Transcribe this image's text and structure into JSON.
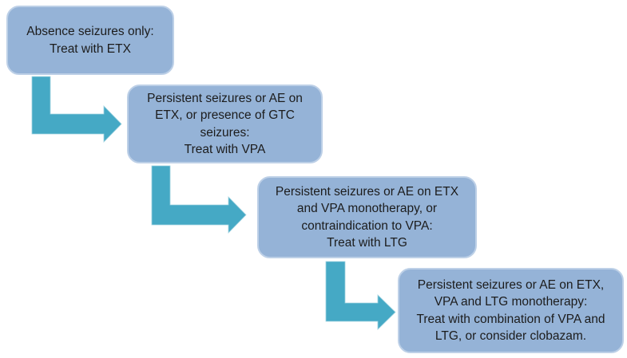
{
  "flowchart": {
    "description": "Stepped treatment algorithm flowchart with four boxes connected by elbow arrows",
    "steps": [
      {
        "id": 1,
        "text": "Absence seizures only:\nTreat with ETX"
      },
      {
        "id": 2,
        "text": "Persistent seizures or AE on\nETX, or presence of GTC\nseizures:\nTreat with VPA"
      },
      {
        "id": 3,
        "text": "Persistent seizures or AE on ETX\nand VPA monotherapy, or\ncontraindication to VPA:\nTreat with LTG"
      },
      {
        "id": 4,
        "text": "Persistent seizures or AE on ETX,\nVPA and LTG monotherapy:\nTreat with combination of VPA and\nLTG, or consider clobazam."
      }
    ],
    "colors": {
      "box_fill": "#95b3d7",
      "box_border": "#bdd0e7",
      "arrow_fill": "#45a9c5",
      "text": "#1c1c1c",
      "background": "#ffffff"
    }
  }
}
